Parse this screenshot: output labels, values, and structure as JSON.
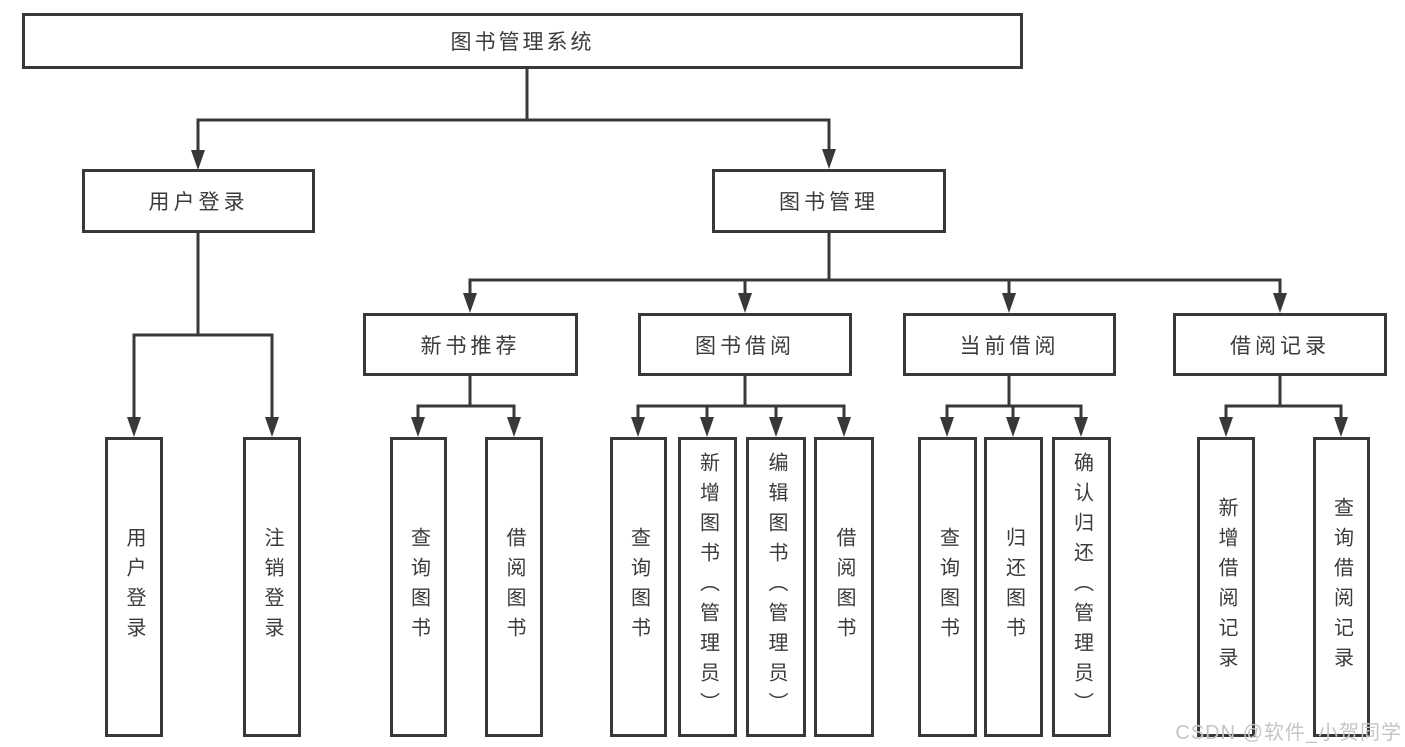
{
  "diagram": {
    "root": "图书管理系统",
    "branches": [
      {
        "label": "用户登录",
        "children": [
          "用户登录",
          "注销登录"
        ]
      },
      {
        "label": "图书管理",
        "sections": [
          {
            "label": "新书推荐",
            "children": [
              "查询图书",
              "借阅图书"
            ]
          },
          {
            "label": "图书借阅",
            "children": [
              "查询图书",
              "新增图书（管理员）",
              "编辑图书（管理员）",
              "借阅图书"
            ]
          },
          {
            "label": "当前借阅",
            "children": [
              "查询图书",
              "归还图书",
              "确认归还（管理员）"
            ]
          },
          {
            "label": "借阅记录",
            "children": [
              "新增借阅记录",
              "查询借阅记录"
            ]
          }
        ]
      }
    ]
  },
  "watermark": "CSDN @软件_小贺同学",
  "colors": {
    "line": "#383838",
    "box_border": "#383838",
    "text": "#3b3b3b",
    "watermark_text": "#c5c5c5",
    "background": "#ffffff"
  }
}
